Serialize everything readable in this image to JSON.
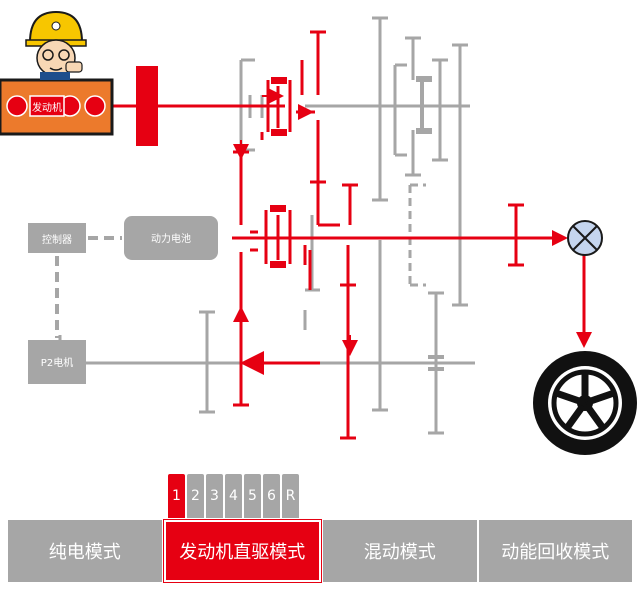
{
  "labels": {
    "engine": "发动机",
    "controller": "控制器",
    "battery": "动力电池",
    "motor": "P2电机"
  },
  "gears": [
    "1",
    "2",
    "3",
    "4",
    "5",
    "6",
    "R"
  ],
  "active_gear": "1",
  "modes": [
    {
      "label": "纯电模式",
      "active": false
    },
    {
      "label": "发动机直驱模式",
      "active": true
    },
    {
      "label": "混动模式",
      "active": false
    },
    {
      "label": "动能回收模式",
      "active": false
    }
  ],
  "colors": {
    "active": "#e60012",
    "inactive": "#a6a6a6",
    "engine_fill": "#ec7a2c",
    "differential": "#c5d5ee"
  },
  "icons": {
    "mascot": "engineer-mascot-icon",
    "wheel": "wheel-icon",
    "differential": "differential-icon"
  }
}
